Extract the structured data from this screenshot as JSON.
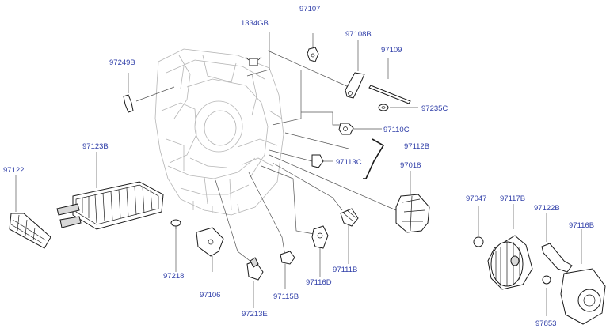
{
  "labels": {
    "p1334GB": "1334GB",
    "p97107": "97107",
    "p97108B": "97108B",
    "p97109": "97109",
    "p97249B": "97249B",
    "p97235C": "97235C",
    "p97110C": "97110C",
    "p97112B": "97112B",
    "p97113C": "97113C",
    "p97018": "97018",
    "p97123B": "97123B",
    "p97122": "97122",
    "p97047": "97047",
    "p97117B": "97117B",
    "p97122B": "97122B",
    "p97116B": "97116B",
    "p97218": "97218",
    "p97106": "97106",
    "p97213E": "97213E",
    "p97115B": "97115B",
    "p97116D": "97116D",
    "p97111B": "97111B",
    "p97853": "97853"
  }
}
